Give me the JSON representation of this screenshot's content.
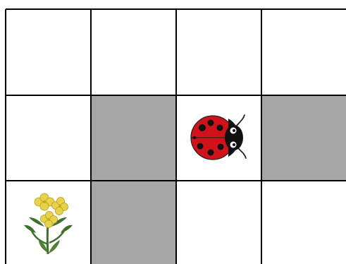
{
  "board": {
    "rows": 3,
    "cols": 4,
    "cells": [
      [
        "white",
        "white",
        "white",
        "white"
      ],
      [
        "white",
        "grey",
        "white",
        "grey"
      ],
      [
        "white",
        "grey",
        "white",
        "white"
      ]
    ]
  },
  "pieces": {
    "ladybug": {
      "row": 1,
      "col": 2,
      "icon": "ladybug-icon"
    },
    "flower": {
      "row": 2,
      "col": 0,
      "icon": "flower-icon"
    }
  },
  "colors": {
    "blocked": "#a5a5a5",
    "open": "#ffffff",
    "line": "#000000",
    "ladybug_body": "#d0121b",
    "flower_petal": "#e7d34a",
    "leaf": "#3f6f2c"
  }
}
